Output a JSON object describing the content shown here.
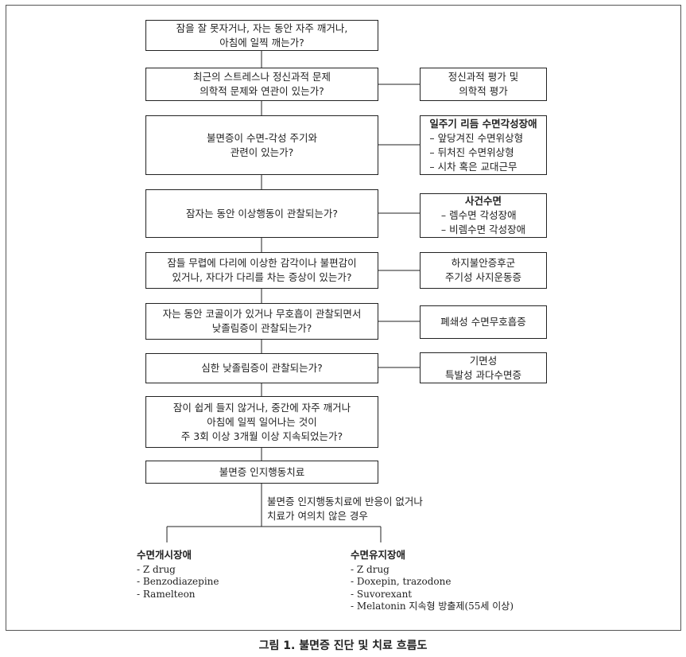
{
  "flowchart": {
    "questions": [
      {
        "lines": [
          "잠을 잘 못자거나, 자는 동안 자주 깨거나,",
          "아침에 일찍 깨는가?"
        ]
      },
      {
        "lines": [
          "최근의 스트레스나 정신과적 문제",
          "의학적 문제와 연관이 있는가?"
        ]
      },
      {
        "lines": [
          "불면증이 수면-각성 주기와",
          "관련이 있는가?"
        ]
      },
      {
        "lines": [
          "잠자는 동안 이상행동이 관찰되는가?"
        ]
      },
      {
        "lines": [
          "잠들 무렵에 다리에 이상한 감각이나 불편감이",
          "있거나, 자다가 다리를 차는 증상이 있는가?"
        ]
      },
      {
        "lines": [
          "자는 동안 코골이가 있거나 무호흡이 관찰되면서",
          "낮졸림증이 관찰되는가?"
        ]
      },
      {
        "lines": [
          "심한 낮졸림증이 관찰되는가?"
        ]
      },
      {
        "lines": [
          "잠이 쉽게 들지 않거나, 중간에 자주 깨거나",
          "아침에 일찍 일어나는 것이",
          "주 3회 이상 3개월 이상 지속되었는가?"
        ]
      },
      {
        "lines": [
          "불면증 인지행동치료"
        ]
      }
    ],
    "outcomes": [
      {
        "title": "",
        "lines": [
          "정신과적 평가 및",
          "의학적 평가"
        ]
      },
      {
        "title": "일주기 리듬 수면각성장애",
        "lines": [
          "– 앞당겨진 수면위상형",
          "– 뒤처진 수면위상형",
          "– 시차 혹은 교대근무"
        ]
      },
      {
        "title": "사건수면",
        "lines": [
          "– 렘수면 각성장애",
          "– 비렘수면 각성장애"
        ]
      },
      {
        "title": "",
        "lines": [
          "하지불안증후군",
          "주기성 사지운동증"
        ]
      },
      {
        "title": "",
        "lines": [
          "폐쇄성 수면무호흡증"
        ]
      },
      {
        "title": "",
        "lines": [
          "기면성",
          "특발성 과다수면증"
        ]
      }
    ],
    "branch_note": [
      "불면증 인지행동치료에 반응이 없거나",
      "치료가 여의치 않은 경우"
    ],
    "treatments": [
      {
        "title": "수면개시장애",
        "items": [
          "- Z drug",
          "- Benzodiazepine",
          "- Ramelteon"
        ]
      },
      {
        "title": "수면유지장애",
        "items": [
          "- Z drug",
          "- Doxepin, trazodone",
          "- Suvorexant",
          "- Melatonin 지속형 방출제(55세 이상)"
        ]
      }
    ]
  },
  "caption": "그림 1. 불면증 진단 및 치료 흐름도"
}
